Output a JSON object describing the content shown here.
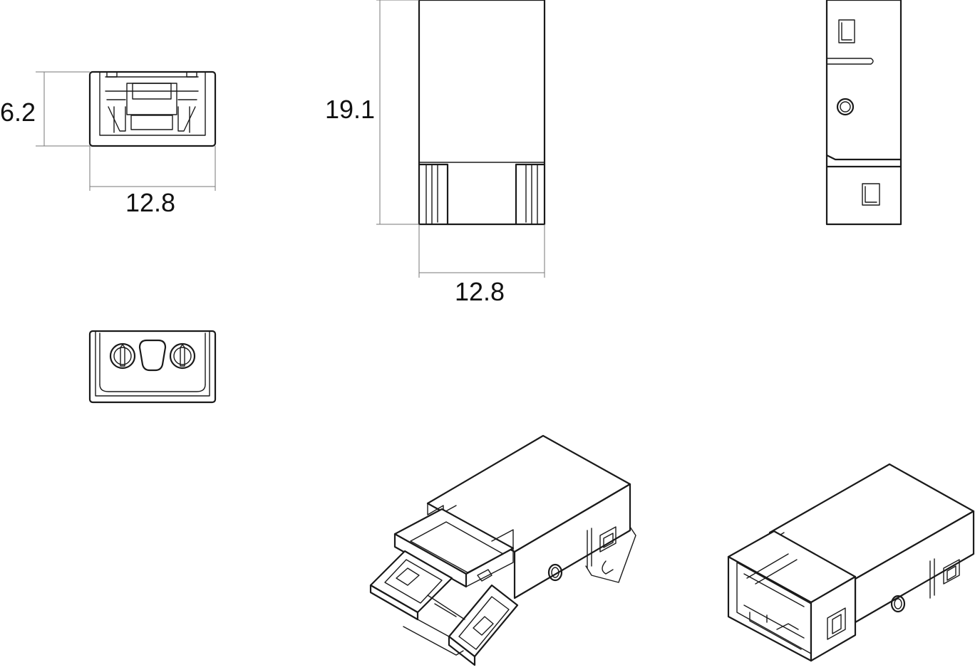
{
  "dimensions": {
    "front_height": "6.2",
    "front_width": "12.8",
    "top_height": "19.1",
    "top_width": "12.8"
  }
}
